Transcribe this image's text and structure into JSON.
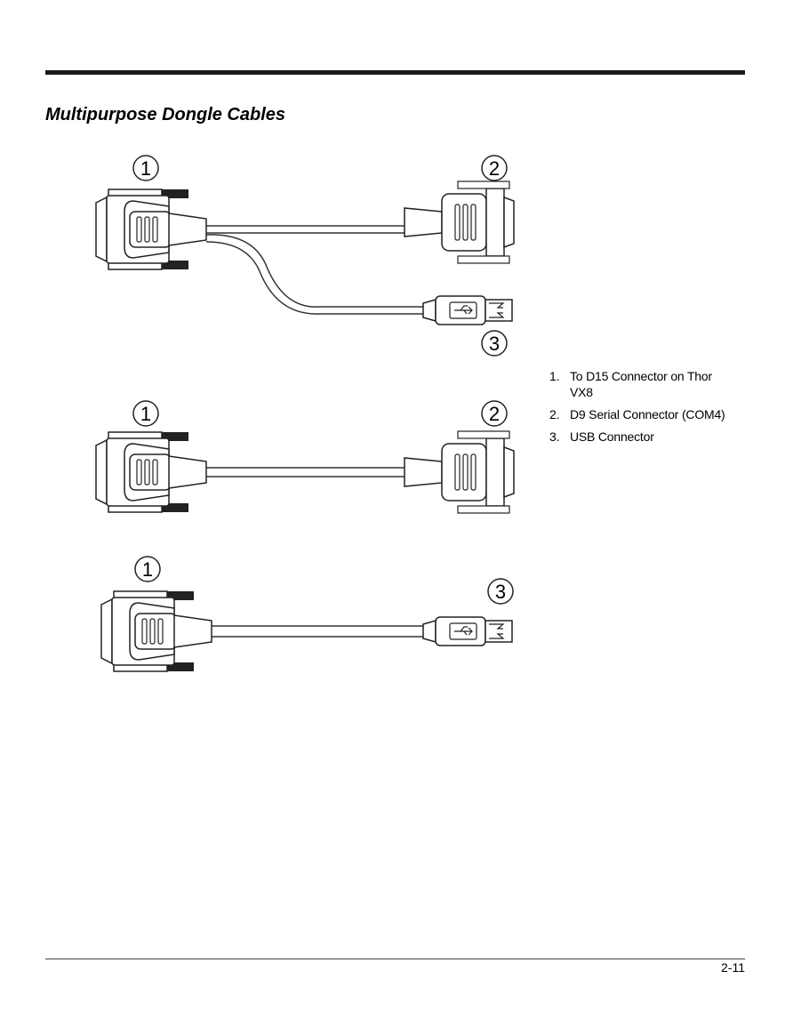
{
  "section": {
    "title": "Multipurpose Dongle Cables"
  },
  "callouts": {
    "one": "1",
    "two": "2",
    "three": "3"
  },
  "legend": {
    "items": [
      {
        "number": "1.",
        "text": "To D15 Connector on Thor VX8"
      },
      {
        "number": "2.",
        "text": "D9 Serial Connector (COM4)"
      },
      {
        "number": "3.",
        "text": "USB Connector"
      }
    ]
  },
  "footer": {
    "page_number": "2-11"
  }
}
